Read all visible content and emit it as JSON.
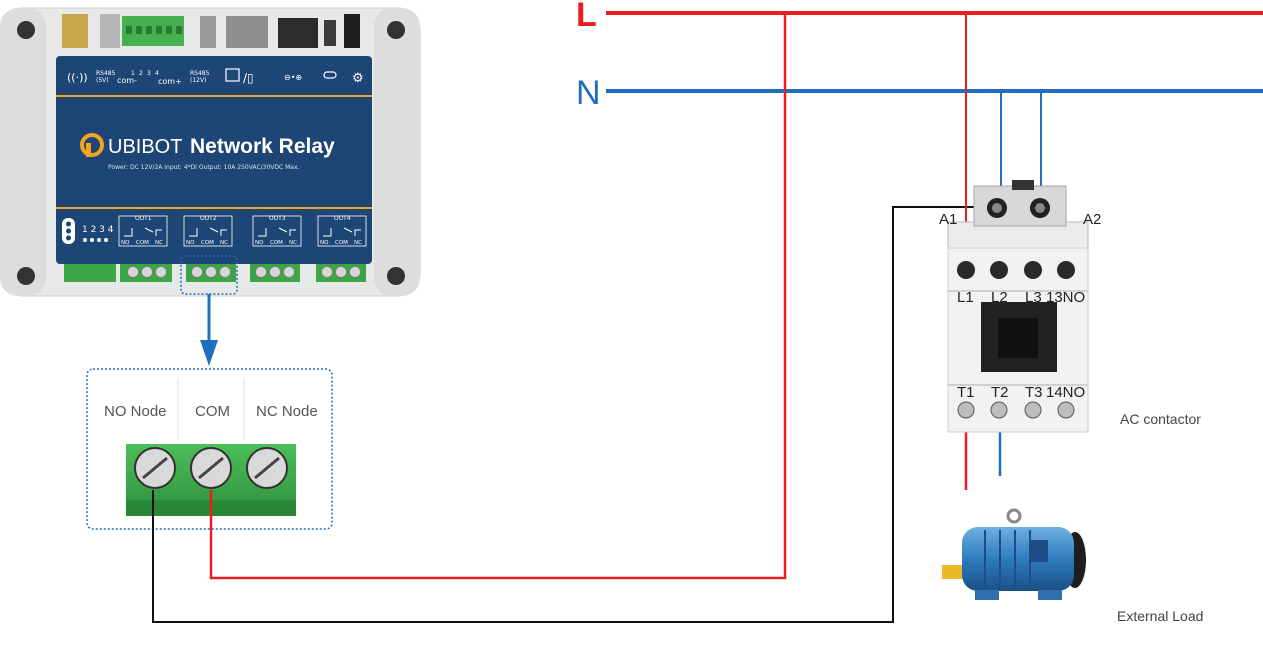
{
  "lines": {
    "live": {
      "label": "L",
      "color": "#ee1c1c"
    },
    "neutral": {
      "label": "N",
      "color": "#1f6fc0"
    },
    "control": {
      "color": "#111111"
    }
  },
  "relay_module": {
    "header_labels": [
      "RS485",
      "(5V)",
      "com-",
      "1",
      "2",
      "3",
      "4",
      "com+",
      "RS485",
      "(12V)"
    ],
    "brand": "UBIBOT",
    "title": "Network Relay",
    "specs": "Power: DC 12V/2A   Input: 4*DI   Output: 10A 250VAC/30VDC Max.",
    "leds": "1 2 3 4",
    "outputs": [
      "OUT1",
      "OUT2",
      "OUT3",
      "OUT4"
    ],
    "terminal_labels": [
      "NO",
      "COM",
      "NC"
    ],
    "colors": {
      "housing": "#e9eaea",
      "panel": "#1d4575",
      "accent": "#f4a51c",
      "terminal": "#39a646"
    }
  },
  "terminal_zoom": {
    "labels": [
      "NO Node",
      "COM",
      "NC Node"
    ]
  },
  "contactor": {
    "coil_labels": [
      "A1",
      "A2"
    ],
    "top_labels": [
      "L1",
      "L2",
      "L3",
      "13NO"
    ],
    "bottom_labels": [
      "T1",
      "T2",
      "T3",
      "14NO"
    ],
    "caption": "AC contactor"
  },
  "load": {
    "caption": "External Load",
    "icon": "motor-icon"
  }
}
